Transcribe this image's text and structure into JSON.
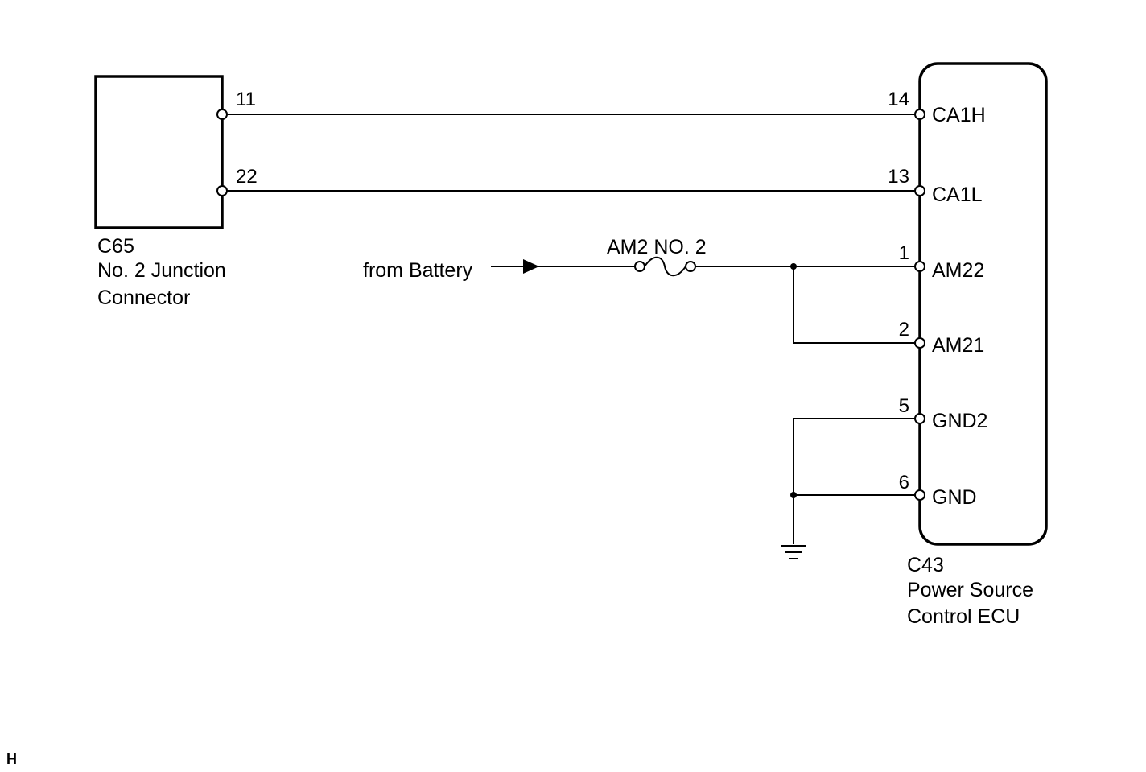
{
  "junction_connector": {
    "code": "C65",
    "name_line1": "No. 2 Junction",
    "name_line2": "Connector",
    "pins": [
      "11",
      "22"
    ]
  },
  "ecu": {
    "code": "C43",
    "name_line1": "Power Source",
    "name_line2": "Control ECU",
    "terminals": [
      {
        "pin": "14",
        "name": "CA1H"
      },
      {
        "pin": "13",
        "name": "CA1L"
      },
      {
        "pin": "1",
        "name": "AM22"
      },
      {
        "pin": "2",
        "name": "AM21"
      },
      {
        "pin": "5",
        "name": "GND2"
      },
      {
        "pin": "6",
        "name": "GND"
      }
    ]
  },
  "battery_label": "from Battery",
  "fuse_label": "AM2 NO. 2",
  "corner_code": "H"
}
